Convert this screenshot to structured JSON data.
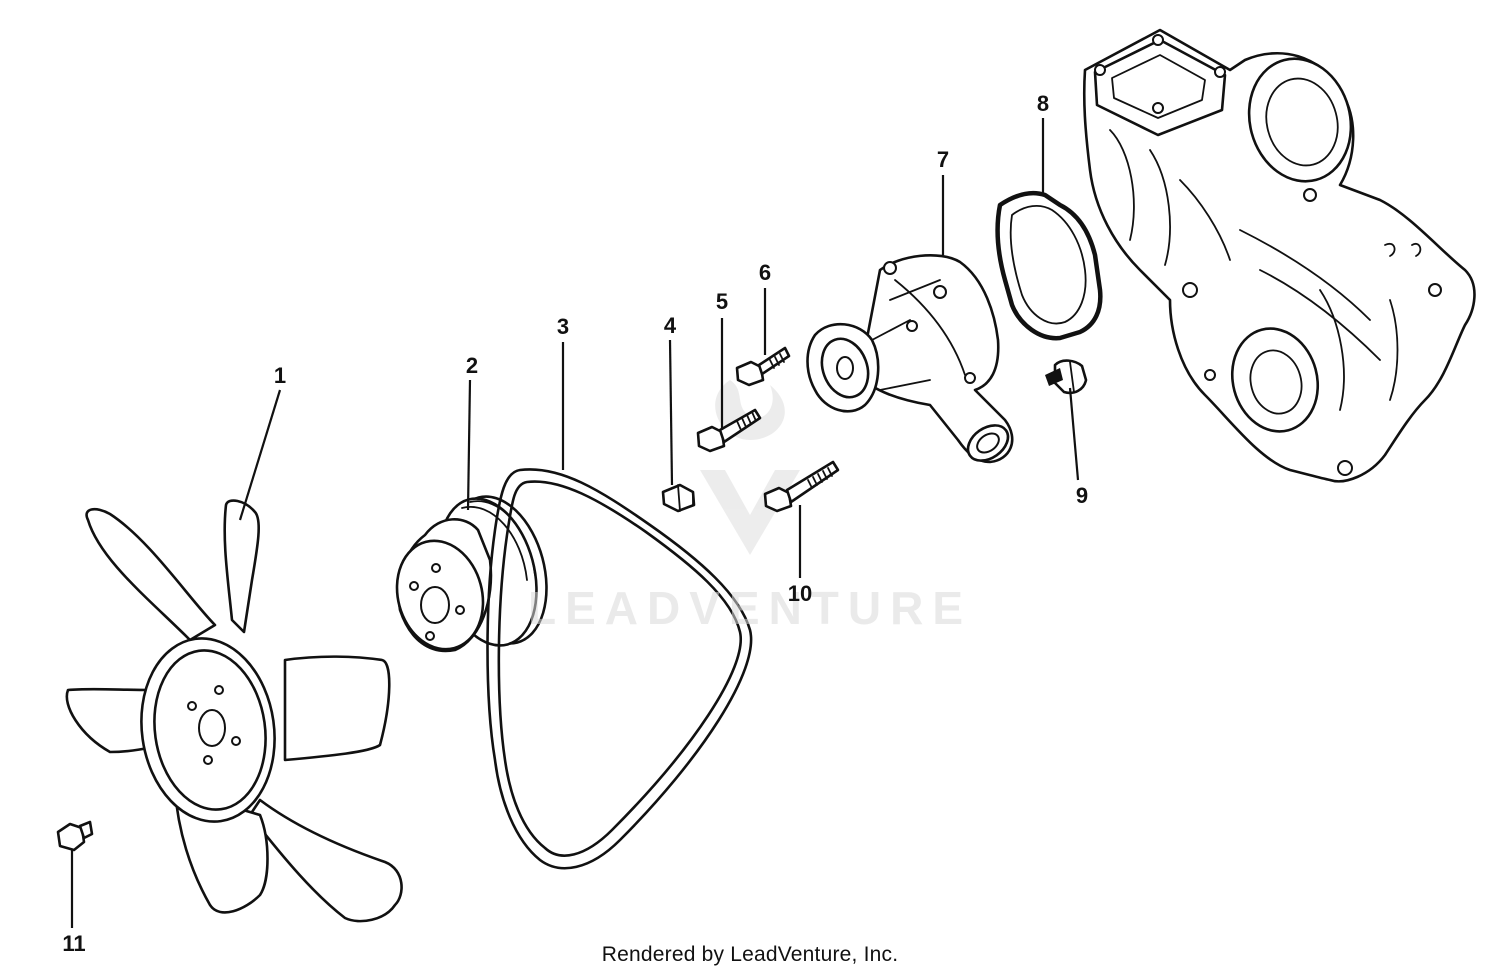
{
  "callouts": [
    {
      "id": "1",
      "label": "1"
    },
    {
      "id": "2",
      "label": "2"
    },
    {
      "id": "3",
      "label": "3"
    },
    {
      "id": "4",
      "label": "4"
    },
    {
      "id": "5",
      "label": "5"
    },
    {
      "id": "6",
      "label": "6"
    },
    {
      "id": "7",
      "label": "7"
    },
    {
      "id": "8",
      "label": "8"
    },
    {
      "id": "9",
      "label": "9"
    },
    {
      "id": "10",
      "label": "10"
    },
    {
      "id": "11",
      "label": "11"
    }
  ],
  "watermark": "LEADVENTURE",
  "credit": "Rendered by LeadVenture, Inc."
}
